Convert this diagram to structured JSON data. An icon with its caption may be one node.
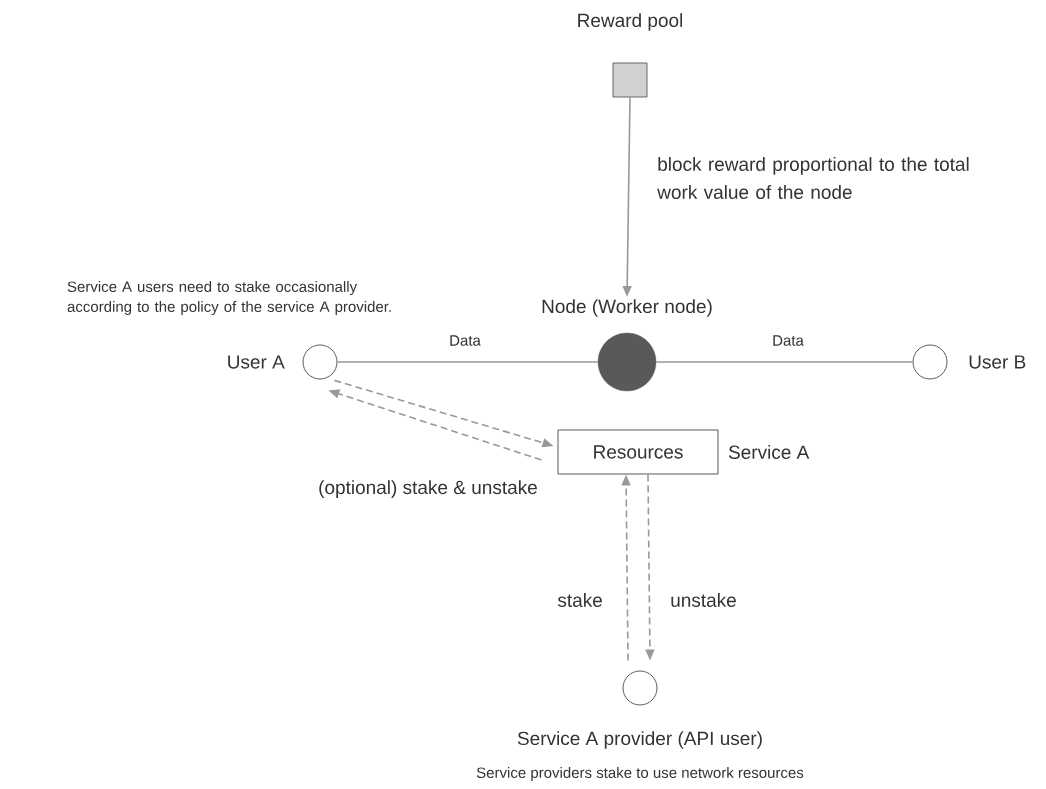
{
  "diagram": {
    "nodes": [
      {
        "text": [
          "Reward pool"
        ]
      },
      {
        "text": [
          "Node (Worker node)"
        ]
      },
      {
        "text": [
          "User A"
        ]
      },
      {
        "text": [
          "User B"
        ]
      },
      {
        "text": [
          "Resources"
        ],
        "beside": [
          "Service A"
        ]
      },
      {
        "text": [
          "Service A provider (API user)"
        ]
      }
    ],
    "edges": [
      {
        "from": 0,
        "to": 1,
        "arrow": "to",
        "label": "block reward proportional to the total work value of the node"
      },
      {
        "from": 2,
        "to": 1,
        "arrow": "none",
        "label": "Data"
      },
      {
        "from": 1,
        "to": 3,
        "arrow": "none",
        "label": "Data"
      },
      {
        "from": 2,
        "to": 4,
        "arrow": "to",
        "style": "dashed"
      },
      {
        "from": 4,
        "to": 2,
        "arrow": "to",
        "style": "dashed",
        "label": "(optional) stake & unstake"
      },
      {
        "from": 5,
        "to": 4,
        "arrow": "to",
        "style": "dashed",
        "label": "stake"
      },
      {
        "from": 4,
        "to": 5,
        "arrow": "to",
        "style": "dashed",
        "label": "unstake"
      }
    ],
    "labels": [
      "Service A users need to stake occasionally according to the policy of the service A provider.",
      "Service providers stake to use network resources"
    ]
  }
}
